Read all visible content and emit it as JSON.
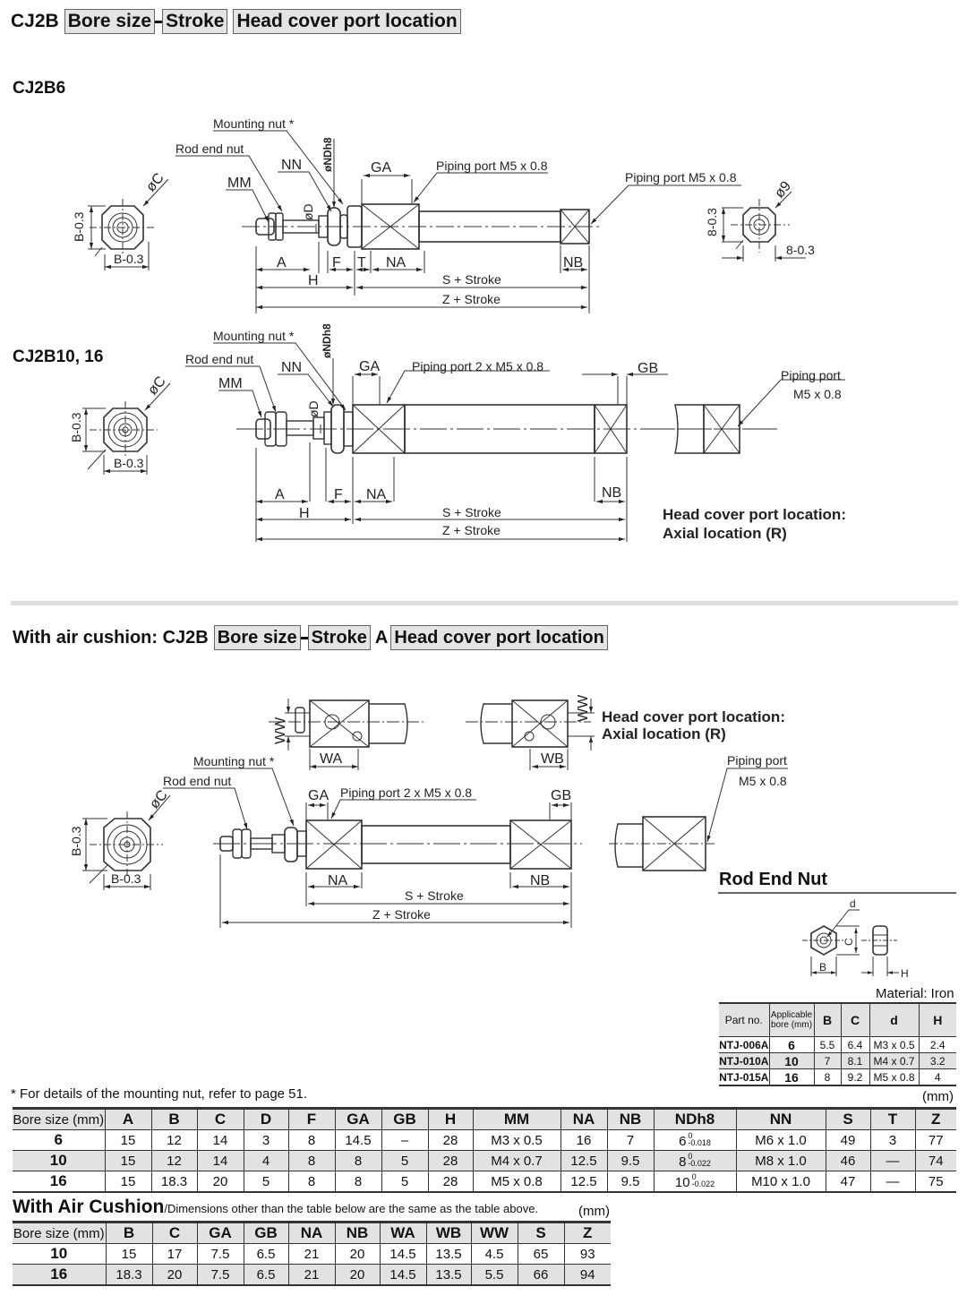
{
  "header": {
    "prefix": "CJ2B",
    "bore_box": "Bore size",
    "stroke_box": "Stroke",
    "port_box": "Head cover port location"
  },
  "cj2b6": {
    "title": "CJ2B6",
    "labels": {
      "mounting_nut": "Mounting nut *",
      "rod_end_nut": "Rod end nut",
      "nn": "NN",
      "nd": "øNDh8",
      "mm": "MM",
      "d": "øD",
      "ga": "GA",
      "piping_port_1": "Piping port M5 x 0.8",
      "piping_port_2": "Piping port M5 x 0.8",
      "c": "øC",
      "b_vert": "B-0.3",
      "b_horiz": "B-0.3",
      "a": "A",
      "f": "F",
      "t": "T",
      "na": "NA",
      "nb": "NB",
      "h": "H",
      "s_stroke": "S + Stroke",
      "z_stroke": "Z + Stroke",
      "phi9": "ø9",
      "eight_vert": "8-0.3",
      "eight_horiz": "8-0.3"
    }
  },
  "cj2b10": {
    "title": "CJ2B10, 16",
    "labels": {
      "mounting_nut": "Mounting nut *",
      "rod_end_nut": "Rod end nut",
      "nn": "NN",
      "nd": "øNDh8",
      "mm": "MM",
      "d": "øD",
      "ga": "GA",
      "gb": "GB",
      "piping_port": "Piping port 2 x M5 x 0.8",
      "piping_port_r1": "Piping port",
      "piping_port_r2": "M5 x 0.8",
      "c": "øC",
      "b_vert": "B-0.3",
      "b_horiz": "B-0.3",
      "a": "A",
      "f": "F",
      "na": "NA",
      "nb": "NB",
      "h": "H",
      "s_stroke": "S + Stroke",
      "z_stroke": "Z + Stroke",
      "head_cover_1": "Head cover port location:",
      "head_cover_2": "Axial location (R)"
    }
  },
  "cushion_header": {
    "prefix": "With air cushion: CJ2B",
    "bore_box": "Bore size",
    "stroke_box": "Stroke",
    "letter": "A",
    "port_box": "Head cover port location"
  },
  "cushion_drawing": {
    "labels": {
      "ww1": "WW",
      "ww2": "WW",
      "wa": "WA",
      "wb": "WB",
      "head_cover_1": "Head cover port location:",
      "head_cover_2": "Axial location (R)",
      "mounting_nut": "Mounting nut *",
      "rod_end_nut": "Rod end nut",
      "ga": "GA",
      "gb": "GB",
      "piping_port": "Piping port  2 x M5 x 0.8",
      "piping_port_r1": "Piping port",
      "piping_port_r2": "M5 x 0.8",
      "c": "øC",
      "b_vert": "B-0.3",
      "b_horiz": "B-0.3",
      "na": "NA",
      "nb": "NB",
      "s_stroke": "S + Stroke",
      "z_stroke": "Z + Stroke"
    }
  },
  "rod_end_nut": {
    "title": "Rod End Nut",
    "labels": {
      "d": "d",
      "c": "C",
      "b": "B",
      "h": "H"
    },
    "material": "Material: Iron",
    "headers": [
      "Part no.",
      "Applicable bore (mm)",
      "B",
      "C",
      "d",
      "H"
    ],
    "rows": [
      [
        "NTJ-006A",
        "6",
        "5.5",
        "6.4",
        "M3 x 0.5",
        "2.4"
      ],
      [
        "NTJ-010A",
        "10",
        "7",
        "8.1",
        "M4 x 0.7",
        "3.2"
      ],
      [
        "NTJ-015A",
        "16",
        "8",
        "9.2",
        "M5 x 0.8",
        "4"
      ]
    ]
  },
  "main_table": {
    "note": "* For details of the mounting nut, refer to page 51.",
    "unit": "(mm)",
    "headers": [
      "Bore size (mm)",
      "A",
      "B",
      "C",
      "D",
      "F",
      "GA",
      "GB",
      "H",
      "MM",
      "NA",
      "NB",
      "NDh8",
      "NN",
      "S",
      "T",
      "Z"
    ],
    "rows": [
      {
        "bore": "6",
        "A": "15",
        "B": "12",
        "C": "14",
        "D": "3",
        "F": "8",
        "GA": "14.5",
        "GB": "–",
        "H": "28",
        "MM": "M3 x 0.5",
        "NA": "16",
        "NB": "7",
        "ND": "6",
        "ND_tol_upper": "0",
        "ND_tol_lower": "-0.018",
        "NN": "M6 x 1.0",
        "S": "49",
        "T": "3",
        "Z": "77"
      },
      {
        "bore": "10",
        "A": "15",
        "B": "12",
        "C": "14",
        "D": "4",
        "F": "8",
        "GA": "8",
        "GB": "5",
        "H": "28",
        "MM": "M4 x 0.7",
        "NA": "12.5",
        "NB": "9.5",
        "ND": "8",
        "ND_tol_upper": "0",
        "ND_tol_lower": "-0.022",
        "NN": "M8 x 1.0",
        "S": "46",
        "T": "—",
        "Z": "74"
      },
      {
        "bore": "16",
        "A": "15",
        "B": "18.3",
        "C": "20",
        "D": "5",
        "F": "8",
        "GA": "8",
        "GB": "5",
        "H": "28",
        "MM": "M5 x 0.8",
        "NA": "12.5",
        "NB": "9.5",
        "ND": "10",
        "ND_tol_upper": "0",
        "ND_tol_lower": "-0.022",
        "NN": "M10 x 1.0",
        "S": "47",
        "T": "—",
        "Z": "75"
      }
    ]
  },
  "cushion_table": {
    "title": "With Air Cushion",
    "subtitle": "/Dimensions other than the table below are the same as the table above.",
    "unit": "(mm)",
    "headers": [
      "Bore size (mm)",
      "B",
      "C",
      "GA",
      "GB",
      "NA",
      "NB",
      "WA",
      "WB",
      "WW",
      "S",
      "Z"
    ],
    "rows": [
      [
        "10",
        "15",
        "17",
        "7.5",
        "6.5",
        "21",
        "20",
        "14.5",
        "13.5",
        "4.5",
        "65",
        "93"
      ],
      [
        "16",
        "18.3",
        "20",
        "7.5",
        "6.5",
        "21",
        "20",
        "14.5",
        "13.5",
        "5.5",
        "66",
        "94"
      ]
    ]
  }
}
